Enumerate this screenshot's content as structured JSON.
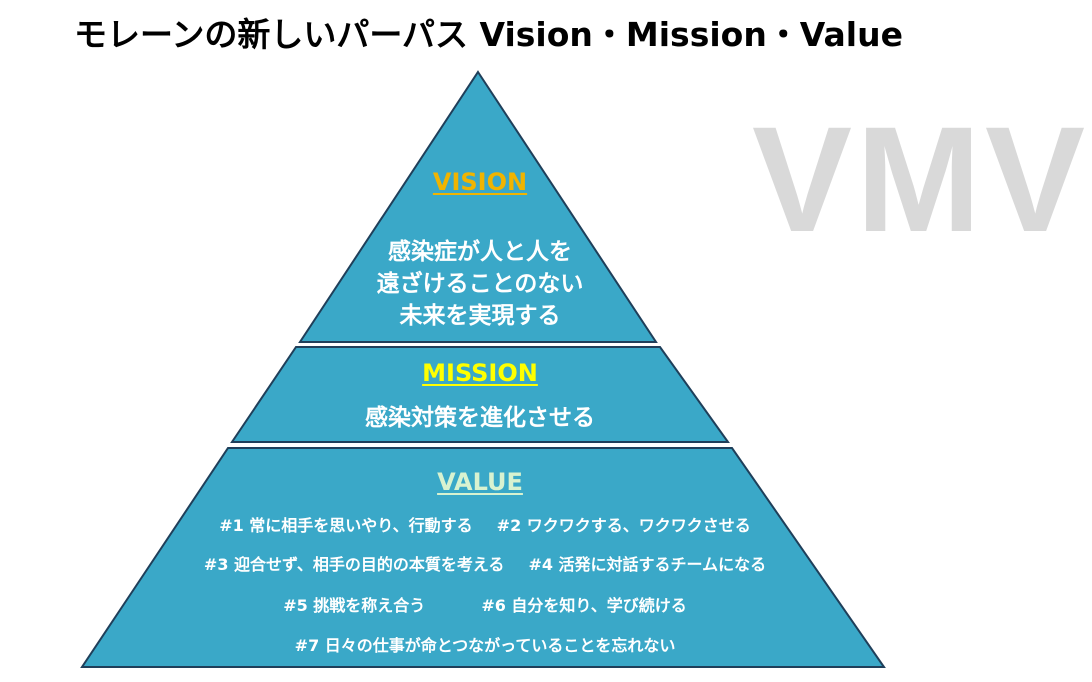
{
  "title": "モレーンの新しいパーパス Vision・Mission・Value",
  "watermark": "VMV",
  "colors": {
    "tier_fill": "#3aa8c8",
    "tier_stroke": "#1f3f5a",
    "vision_heading": "#f0b400",
    "mission_heading": "#ffff00",
    "value_heading": "#d8f2d0"
  },
  "vision": {
    "heading": "VISION",
    "lines": [
      "感染症が人と人を",
      "遠ざけることのない",
      "未来を実現する"
    ]
  },
  "mission": {
    "heading": "MISSION",
    "statement": "感染対策を進化させる"
  },
  "value": {
    "heading": "VALUE",
    "rows": [
      [
        "#1 常に相手を思いやり、行動する",
        "#2 ワクワクする、ワクワクさせる"
      ],
      [
        "#3 迎合せず、相手の目的の本質を考える",
        "#4 活発に対話するチームになる"
      ],
      [
        "#5 挑戦を称え合う",
        "#6 自分を知り、学び続ける"
      ],
      [
        "#7 日々の仕事が命とつながっていることを忘れない"
      ]
    ]
  }
}
